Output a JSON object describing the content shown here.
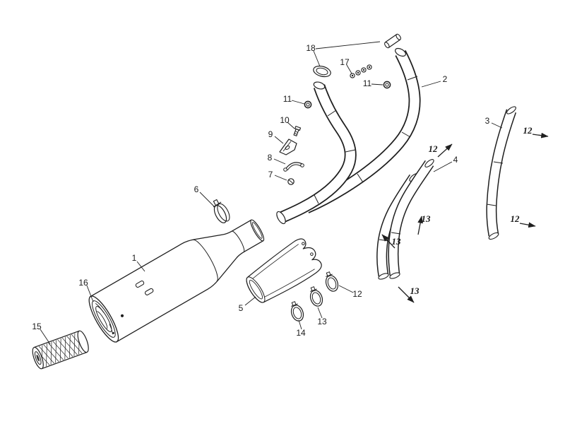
{
  "diagram": {
    "type": "exploded-parts-diagram",
    "background": "#ffffff",
    "line_color": "#1f1f1f",
    "part_labels": [
      "1",
      "2",
      "3",
      "4",
      "5",
      "6",
      "7",
      "8",
      "9",
      "10",
      "11",
      "11",
      "12",
      "13",
      "14",
      "15",
      "16",
      "17",
      "18"
    ],
    "annotations": [
      {
        "text": "12",
        "direction": "up-right"
      },
      {
        "text": "12",
        "direction": "right"
      },
      {
        "text": "12",
        "direction": "right"
      },
      {
        "text": "13",
        "direction": "up"
      },
      {
        "text": "13",
        "direction": "up-left"
      },
      {
        "text": "13",
        "direction": "down-right"
      }
    ]
  }
}
